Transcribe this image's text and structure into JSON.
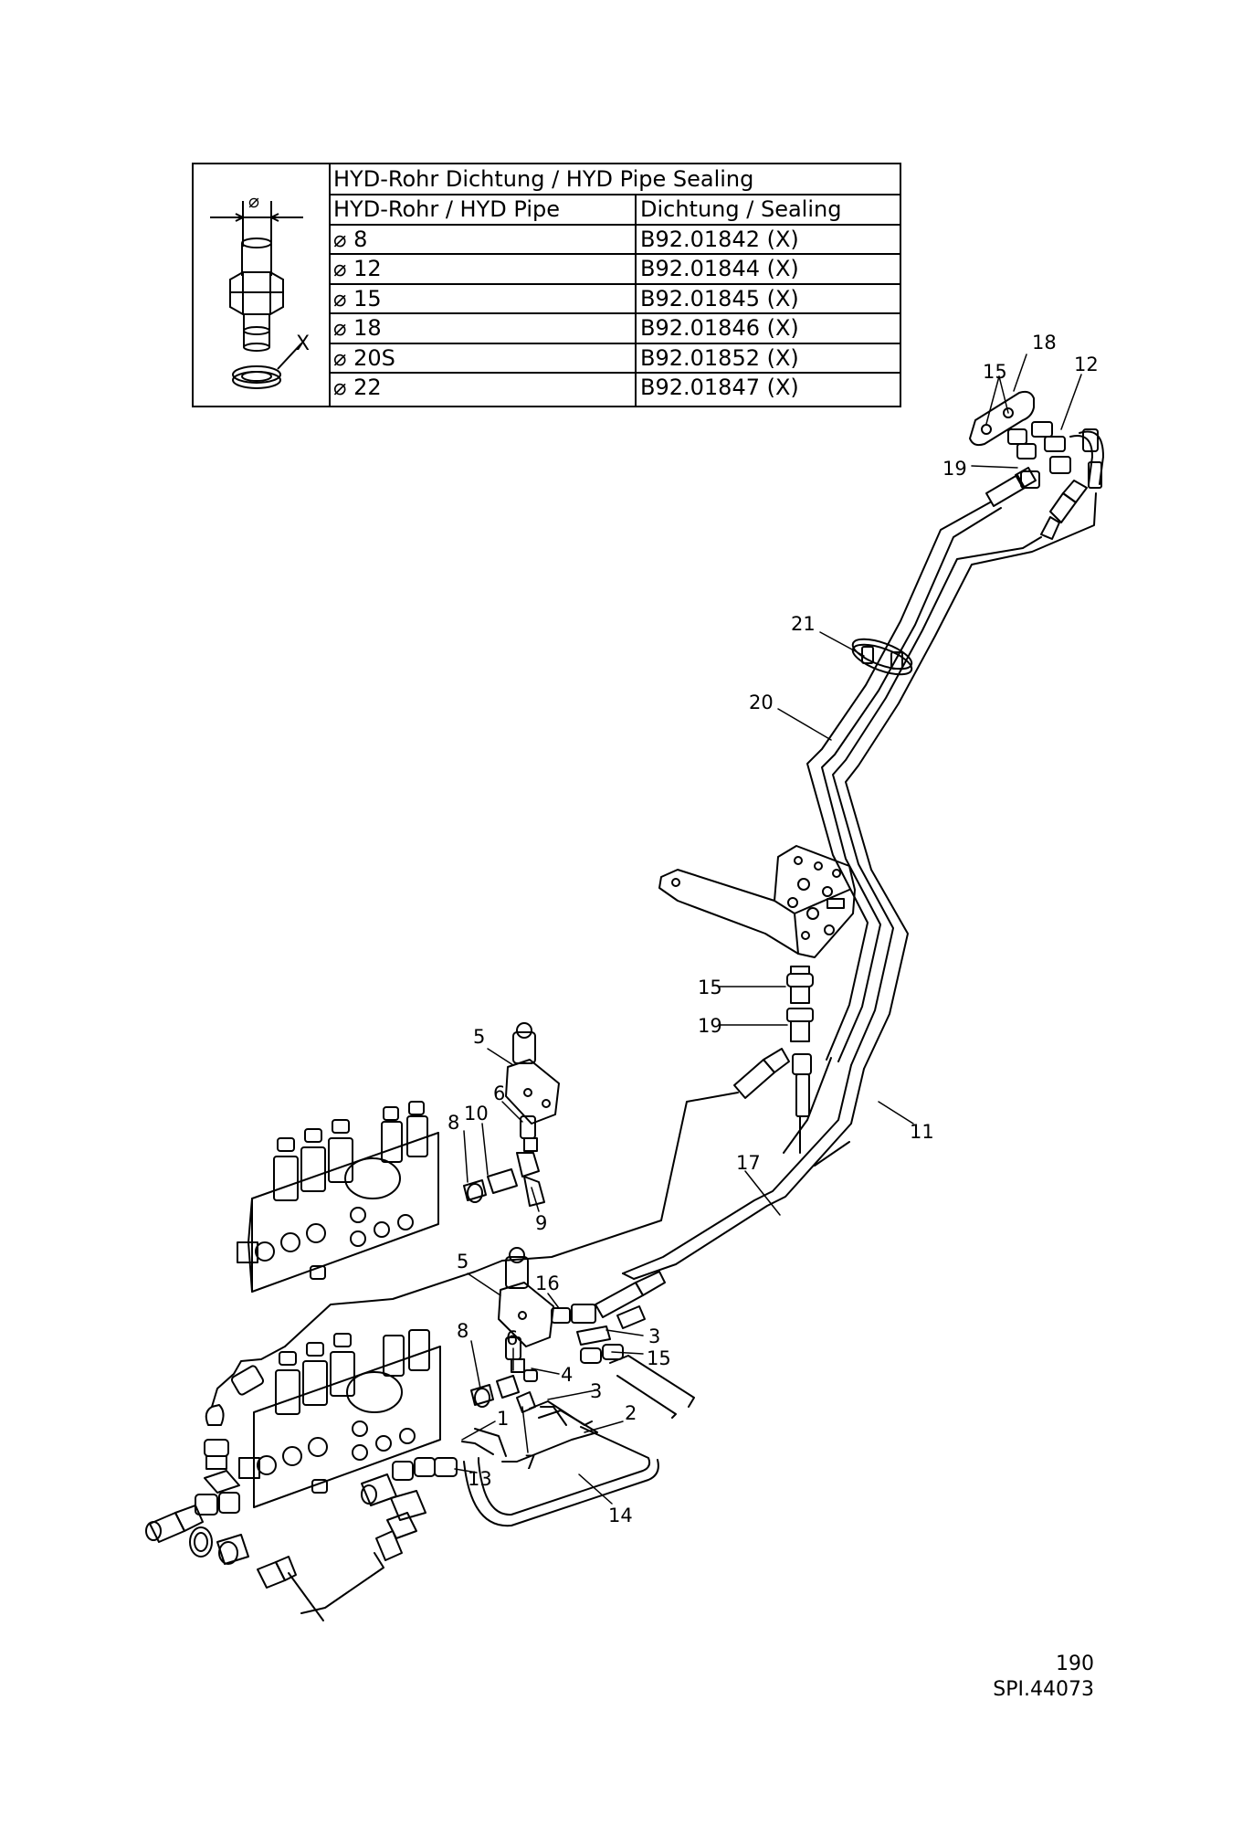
{
  "seal_table": {
    "title": "HYD-Rohr Dichtung / HYD Pipe Sealing",
    "col_pipe_header": "HYD-Rohr / HYD Pipe",
    "col_seal_header": "Dichtung / Sealing",
    "rows": [
      {
        "pipe": "⌀ 8",
        "seal": "B92.01842 (X)"
      },
      {
        "pipe": "⌀ 12",
        "seal": "B92.01844 (X)"
      },
      {
        "pipe": "⌀ 15",
        "seal": "B92.01845 (X)"
      },
      {
        "pipe": "⌀ 18",
        "seal": "B92.01846 (X)"
      },
      {
        "pipe": "⌀ 20S",
        "seal": "B92.01852 (X)"
      },
      {
        "pipe": "⌀ 22",
        "seal": "B92.01847 (X)"
      }
    ],
    "sketch_labels": {
      "diameter": "⌀",
      "seal_mark": "X"
    }
  },
  "callouts": {
    "c18": "18",
    "c15a": "15",
    "c12": "12",
    "c19a": "19",
    "c21": "21",
    "c20": "20",
    "c15b": "15",
    "c19b": "19",
    "c11": "11",
    "c17": "17",
    "c5a": "5",
    "c6a": "6",
    "c10": "10",
    "c8a": "8",
    "c9": "9",
    "c5b": "5",
    "c16": "16",
    "c3a": "3",
    "c15c": "15",
    "c8b": "8",
    "c6b": "6",
    "c4": "4",
    "c3b": "3",
    "c1": "1",
    "c2": "2",
    "c7": "7",
    "c13": "13",
    "c14": "14"
  },
  "footer": {
    "page": "190",
    "ref": "SPI.44073"
  }
}
